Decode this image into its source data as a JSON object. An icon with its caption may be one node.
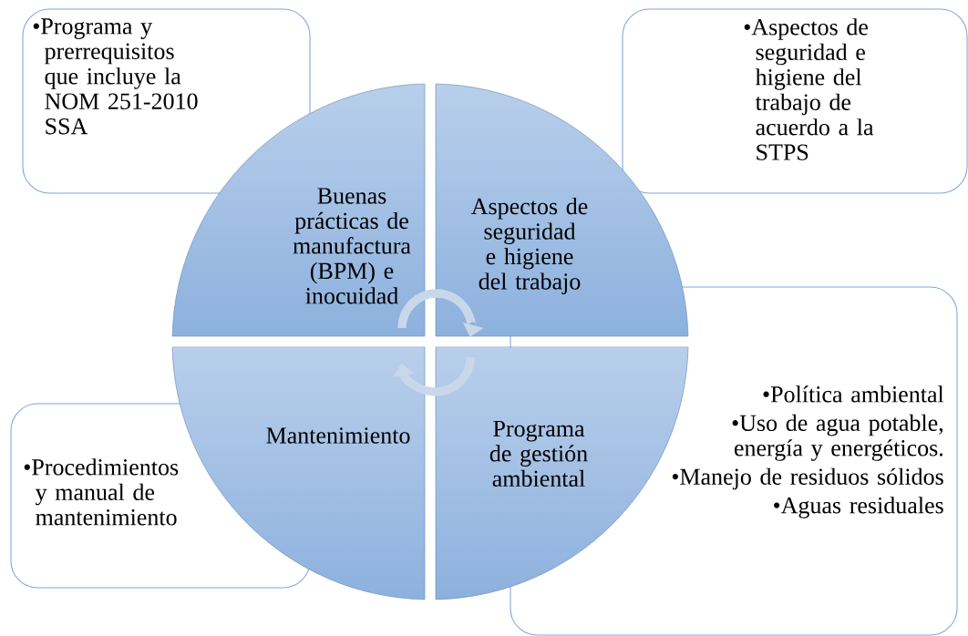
{
  "diagram": {
    "nodes": [
      {
        "text": [
          "•Programa y prerrequisitos que incluye la NOM 251-2010 SSA"
        ]
      },
      {
        "text": [
          "•Aspectos de seguridad e higiene del trabajo de acuerdo a la STPS"
        ]
      },
      {
        "text": [
          "Buenas prácticas de manufactura (BPM) e inocuidad"
        ]
      },
      {
        "text": [
          "Aspectos de seguridad e higiene del trabajo"
        ]
      },
      {
        "text": [
          "Mantenimiento"
        ]
      },
      {
        "text": [
          "Programa de gestión ambiental"
        ]
      },
      {
        "text": [
          "•Procedimientos y manual de mantenimiento"
        ]
      },
      {
        "text": [
          "•Política ambiental",
          "•Uso de agua potable, energía y energéticos.",
          "•Manejo de residuos sólidos",
          "•Aguas residuales"
        ]
      }
    ],
    "edges": [
      {
        "from": 2,
        "to": 3,
        "arrow": "to"
      },
      {
        "from": 5,
        "to": 4,
        "arrow": "to"
      }
    ]
  }
}
